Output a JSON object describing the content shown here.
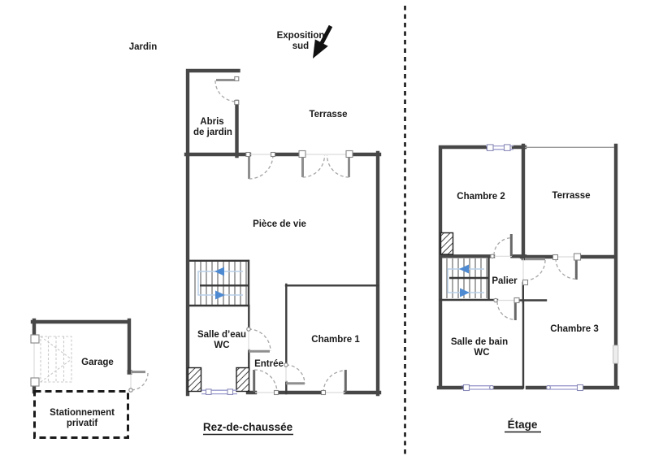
{
  "colors": {
    "wall": "#474747",
    "door_leaf": "#8f8f8f",
    "door_swing": "#a5a5a5",
    "window": "#9b9bce",
    "stair_arrow": "#4e8ad2",
    "stair_guide": "#b9cfe9",
    "dashed_outline": "#1a1a1a",
    "text": "#1a1a1a",
    "background": "#ffffff"
  },
  "ground_floor": {
    "title": "Rez-de-chaussée",
    "outdoor_labels": {
      "jardin": "Jardin",
      "exposition_line1": "Exposition",
      "exposition_line2": "sud"
    },
    "rooms": {
      "abris_line1": "Abris",
      "abris_line2": "de jardin",
      "terrasse": "Terrasse",
      "piece_de_vie": "Pièce de vie",
      "salle_eau_line1": "Salle d’eau",
      "salle_eau_line2": "WC",
      "chambre1": "Chambre 1",
      "entree": "Entrée",
      "garage": "Garage",
      "stationnement_line1": "Stationnement",
      "stationnement_line2": "privatif"
    }
  },
  "upper_floor": {
    "title": "Étage",
    "rooms": {
      "chambre2": "Chambre 2",
      "terrasse": "Terrasse",
      "palier": "Palier",
      "chambre3": "Chambre 3",
      "salle_bain_line1": "Salle de bain",
      "salle_bain_line2": "WC"
    }
  }
}
